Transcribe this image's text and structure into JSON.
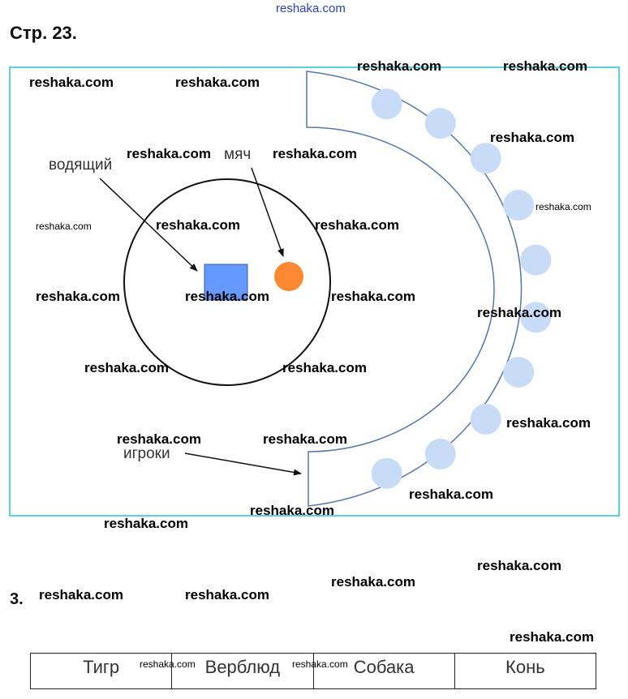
{
  "site_header": "reshaka.com",
  "page_heading": "Стр. 23.",
  "diagram": {
    "labels": {
      "driver": "водящий",
      "ball": "мяч",
      "players": "игроки"
    },
    "colors": {
      "frame": "#5ad0e0",
      "driver_square": "#6699ff",
      "ball": "#ff8833",
      "player_circle": "#c8dcf8",
      "arc_stroke": "#5577aa"
    },
    "players_count": 10
  },
  "task3": {
    "number": "3.",
    "animals": [
      "Тигр",
      "Верблюд",
      "Собака",
      "Конь"
    ]
  },
  "watermark": "reshaka.com"
}
